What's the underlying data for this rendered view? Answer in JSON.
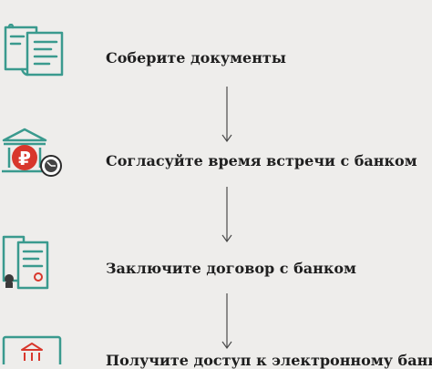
{
  "steps": [
    {
      "label": "Соберите документы",
      "icon": "documents-icon"
    },
    {
      "label": "Согласуйте время встречи с банком",
      "icon": "bank-clock-icon"
    },
    {
      "label": "Заключите договор с банком",
      "icon": "contract-stamp-icon"
    },
    {
      "label": "Получите доступ к электронному банку",
      "icon": "online-bank-icon"
    }
  ],
  "icon_glyphs": {
    "ruble": "₽"
  },
  "colors": {
    "background": "#eeedeb",
    "accent_teal": "#3a9a8e",
    "accent_red": "#d8372c",
    "text": "#1f1f1f",
    "arrow": "#4a4a4a"
  }
}
